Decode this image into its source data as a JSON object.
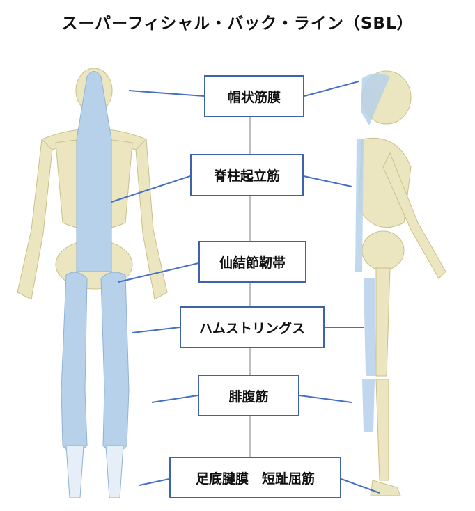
{
  "title": "スーパーフィシャル・バック・ライン（SBL）",
  "labels": [
    "帽状筋膜",
    "脊柱起立筋",
    "仙結節靭帯",
    "ハムストリングス",
    "腓腹筋",
    "足底腱膜　短趾屈筋"
  ],
  "colors": {
    "line": "#4470c4",
    "border": "#3f63a8",
    "connector": "#a8a8a8",
    "bone": "#ebe6c0",
    "muscle": "#b7d1ea"
  }
}
